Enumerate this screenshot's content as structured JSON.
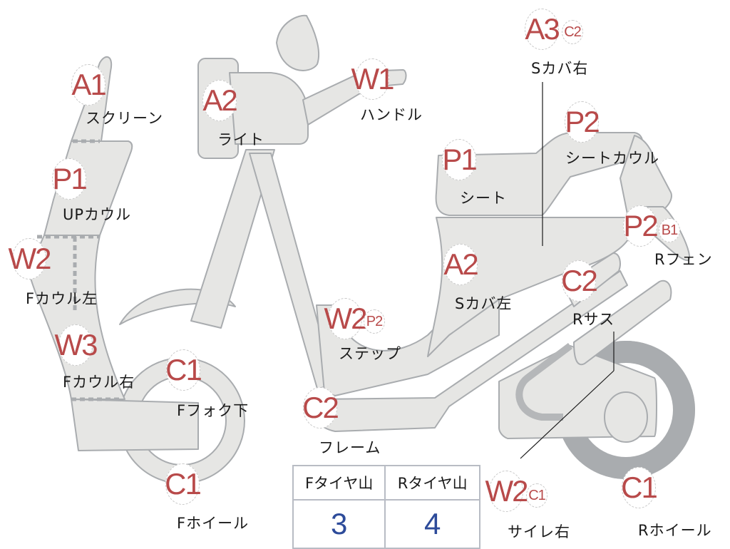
{
  "colors": {
    "part_fill": "#e6e6e4",
    "part_stroke": "#a9acaf",
    "badge_text": "#b84a4a",
    "badge_border": "#c9c9c9",
    "label_text": "#1a1a1a",
    "table_value": "#2d4b9a",
    "table_border": "#b8bcc4"
  },
  "parts": [
    {
      "id": "screen",
      "label": "スクリーン",
      "codes": [
        "A1"
      ]
    },
    {
      "id": "up-cowl",
      "label": "UPカウル",
      "codes": [
        "P1"
      ]
    },
    {
      "id": "f-cowl-left",
      "label": "Fカウル左",
      "codes": [
        "W2"
      ]
    },
    {
      "id": "f-cowl-right",
      "label": "Fカウル右",
      "codes": [
        "W3"
      ]
    },
    {
      "id": "light",
      "label": "ライト",
      "codes": [
        "A2"
      ]
    },
    {
      "id": "handle",
      "label": "ハンドル",
      "codes": [
        "W1"
      ]
    },
    {
      "id": "f-fork-lower",
      "label": "Fフォク下",
      "codes": [
        "C1"
      ]
    },
    {
      "id": "f-wheel",
      "label": "Fホイール",
      "codes": [
        "C1"
      ]
    },
    {
      "id": "step",
      "label": "ステップ",
      "codes": [
        "W2",
        "P2"
      ]
    },
    {
      "id": "frame",
      "label": "フレーム",
      "codes": [
        "C2"
      ]
    },
    {
      "id": "s-cover-right",
      "label": "Sカバ右",
      "codes": [
        "A3",
        "C2"
      ]
    },
    {
      "id": "seat",
      "label": "シート",
      "codes": [
        "P1"
      ]
    },
    {
      "id": "seat-cowl",
      "label": "シートカウル",
      "codes": [
        "P2"
      ]
    },
    {
      "id": "s-cover-left",
      "label": "Sカバ左",
      "codes": [
        "A2"
      ]
    },
    {
      "id": "r-fender",
      "label": "Rフェン",
      "codes": [
        "P2",
        "B1"
      ]
    },
    {
      "id": "r-suspension",
      "label": "Rサス",
      "codes": [
        "C2"
      ]
    },
    {
      "id": "silencer-right",
      "label": "サイレ右",
      "codes": [
        "W2",
        "C1"
      ]
    },
    {
      "id": "r-wheel",
      "label": "Rホイール",
      "codes": [
        "C1"
      ]
    }
  ],
  "tire_table": {
    "headers": [
      "Fタイヤ山",
      "Rタイヤ山"
    ],
    "values": [
      "3",
      "4"
    ]
  }
}
